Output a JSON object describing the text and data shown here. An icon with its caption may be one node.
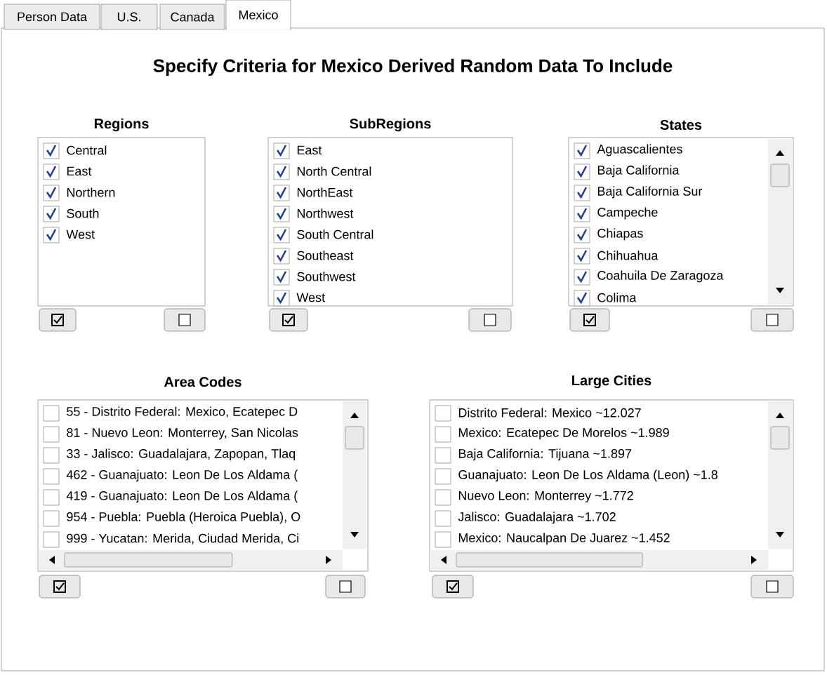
{
  "diagram": {
    "nodes": [
      {
        "text": [
          "Person Data"
        ]
      },
      {
        "text": [
          "U.S."
        ]
      },
      {
        "text": [
          "Canada"
        ]
      },
      {
        "text": [
          "Mexico"
        ]
      },
      {
        "text": [
          "Specify Criteria for Mexico Derived Random Data To Include"
        ]
      },
      {
        "text": [
          "Regions",
          "Central",
          "East",
          "Northern",
          "South",
          "West"
        ],
        "in": 4
      },
      {
        "text": [
          "SubRegions",
          "East",
          "North Central",
          "NorthEast",
          "Northwest",
          "South Central",
          "Southeast",
          "Southwest",
          "West"
        ],
        "in": 4
      },
      {
        "text": [
          "States",
          "Aguascalientes",
          "Baja California",
          "Baja California Sur",
          "Campeche",
          "Chiapas",
          "Chihuahua",
          "Coahuila De Zaragoza",
          "Colima"
        ],
        "in": 4
      },
      {
        "text": [
          "Area Codes",
          "55 - Distrito Federal: Mexico, Ecatepec D",
          "81 - Nuevo Leon: Monterrey, San Nicolas",
          "33 - Jalisco: Guadalajara, Zapopan, Tlaq",
          "462 - Guanajuato: Leon De Los Aldama (",
          "419 - Guanajuato: Leon De Los Aldama (",
          "954 - Puebla: Puebla (Heroica Puebla), O",
          "999 - Yucatan: Merida, Ciudad Merida, Ci"
        ],
        "in": 4
      },
      {
        "text": [
          "Large Cities",
          "Distrito Federal: Mexico ~12.027",
          "Mexico: Ecatepec De Morelos ~1.989",
          "Baja California: Tijuana ~1.897",
          "Guanajuato: Leon De Los Aldama (Leon) ~1.8",
          "Nuevo Leon: Monterrey ~1.772",
          "Jalisco: Guadalajara ~1.702",
          "Mexico: Naucalpan De Juarez ~1.452"
        ],
        "in": 4
      }
    ]
  }
}
